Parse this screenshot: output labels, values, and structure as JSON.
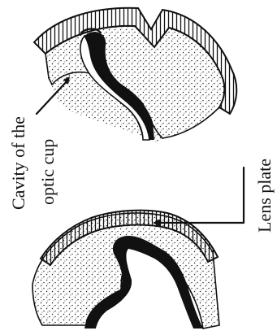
{
  "labels": {
    "cavity_line1": "Cavity of the",
    "cavity_line2": "optic cup",
    "lens_plate": "Lens plate"
  },
  "colors": {
    "ink": "#111111",
    "background": "#ffffff"
  }
}
